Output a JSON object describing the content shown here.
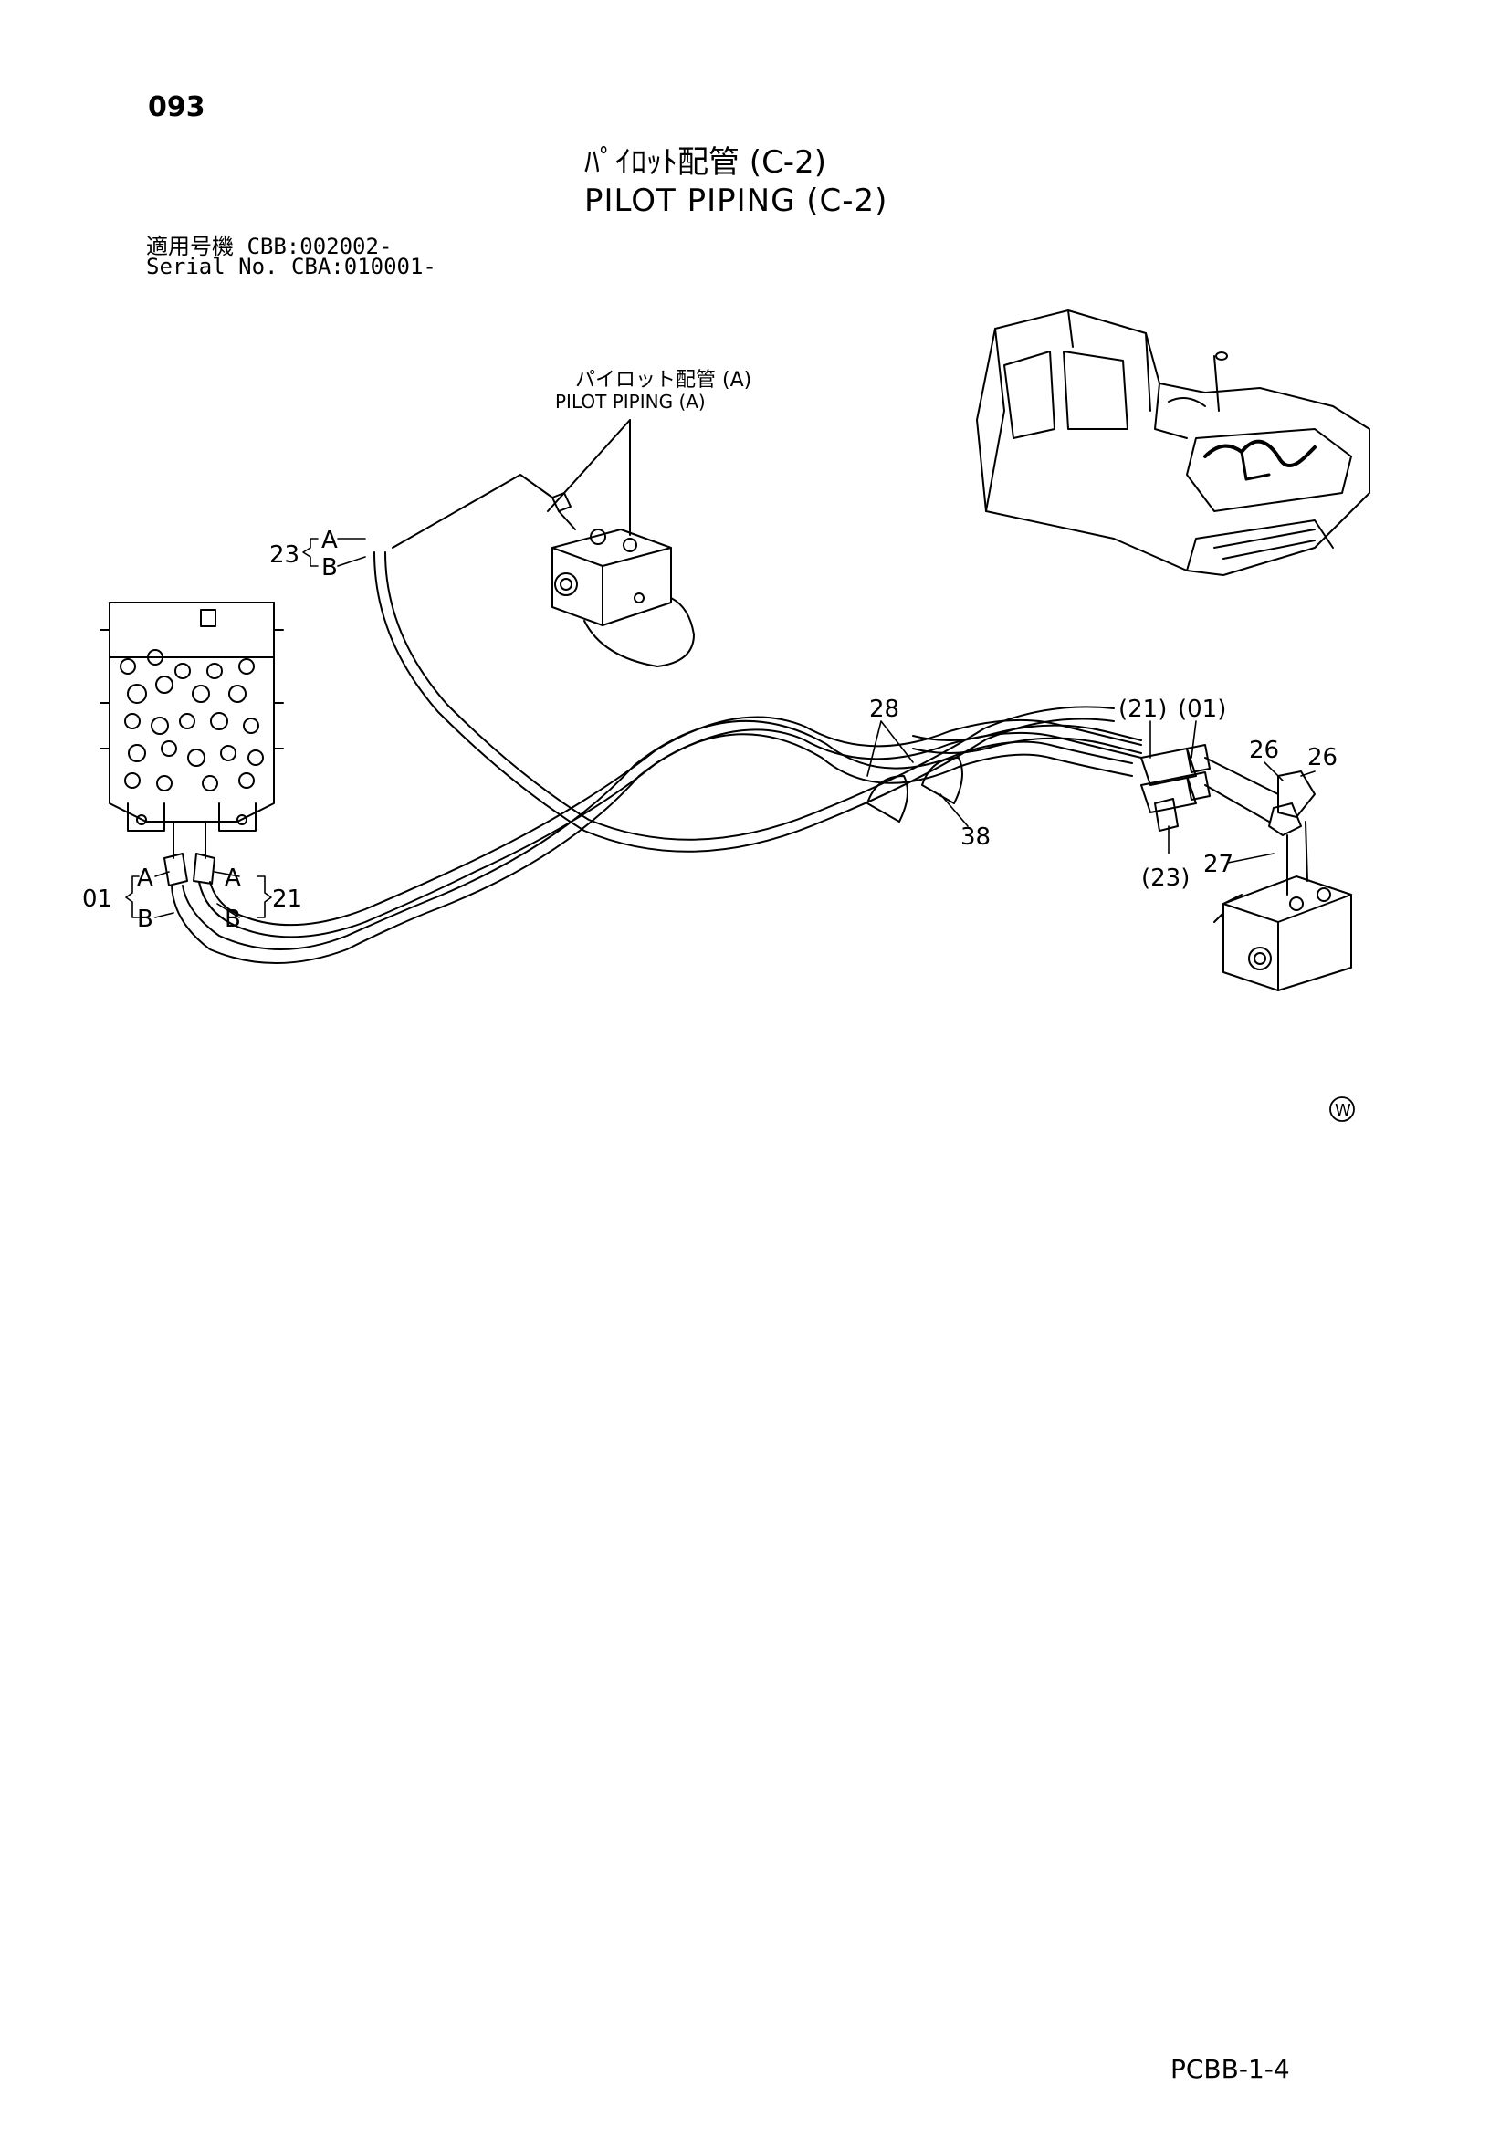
{
  "page": {
    "number": "093",
    "title_jp": "ﾊﾟｲﾛｯﾄ配管 (C-2)",
    "title_en": "PILOT PIPING (C-2)",
    "serial_line_1": "適用号機  CBB:002002-",
    "serial_line_2": "Serial No. CBA:010001-",
    "footer_code": "PCBB-1-4"
  },
  "reference": {
    "label_jp": "パイロット配管 (A)",
    "label_en": "PILOT PIPING (A)"
  },
  "callouts": {
    "c23": "23",
    "c23_a": "A",
    "c23_b": "B",
    "c01": "01",
    "c01_a": "A",
    "c01_b": "B",
    "c21": "21",
    "c21_a": "A",
    "c21_b": "B",
    "c28": "28",
    "c38": "38",
    "c21p": "(21)",
    "c01p": "(01)",
    "c26a": "26",
    "c26b": "26",
    "c23p": "(23)",
    "c27": "27"
  },
  "symbol_w": "W"
}
